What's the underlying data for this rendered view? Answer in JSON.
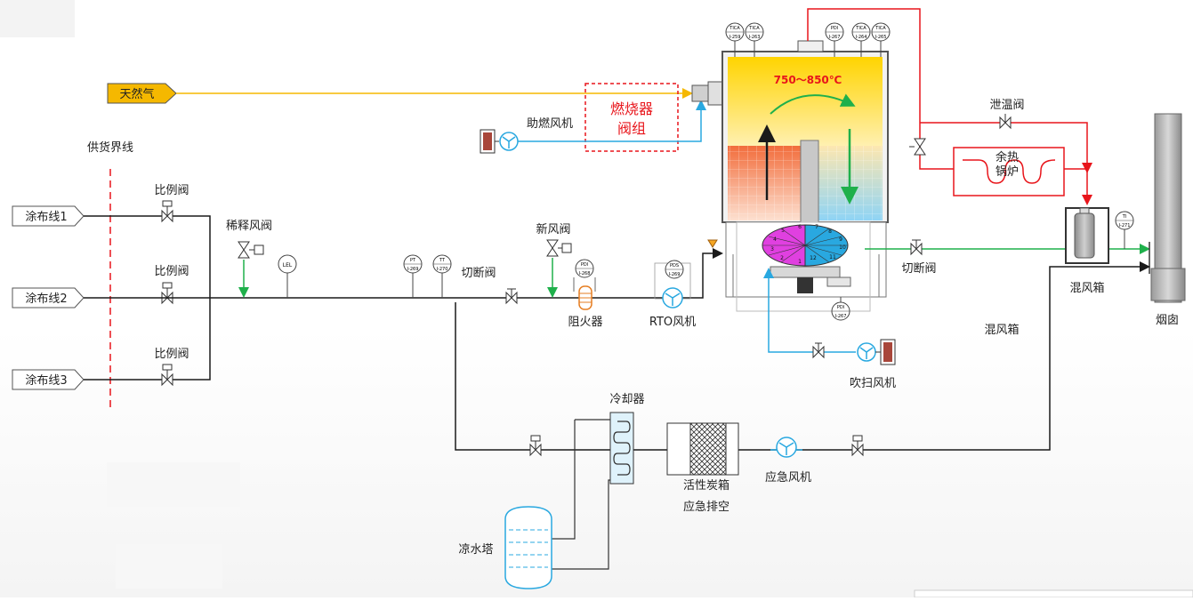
{
  "supply_boundary": "供货界线",
  "gas": "天然气",
  "burner_group": [
    "燃烧器",
    "阀组"
  ],
  "combustion_fan": "助燃风机",
  "temp_range": "750～850℃",
  "coating_lines": [
    "涂布线1",
    "涂布线2",
    "涂布线3"
  ],
  "prop_valve": "比例阀",
  "dilution_valve": "稀释风阀",
  "fresh_valve": "新风阀",
  "cutoff_valve": "切断阀",
  "flame_arrestor": "阻火器",
  "rto_fan": "RTO风机",
  "purge_fan": "吹扫风机",
  "bleed_valve": "泄温阀",
  "waste_boiler": [
    "余热",
    "锅炉"
  ],
  "mix_box": "混风箱",
  "chimney": "烟囱",
  "cooler": "冷却器",
  "carbon_box": "活性炭箱",
  "emergency_vent": "应急排空",
  "emergency_fan": "应急风机",
  "cooling_tower": "凉水塔",
  "instruments": {
    "lel": "LEL",
    "pt": [
      "PT",
      "I-269"
    ],
    "tt": [
      "TT",
      "I-270"
    ],
    "pdi1": [
      "PDI",
      "I-268"
    ],
    "pds": [
      "PDS",
      "I-269"
    ],
    "ticaA": [
      "TICA",
      "I-259"
    ],
    "ticaB": [
      "TICA",
      "I-263"
    ],
    "pdiTop": [
      "PDI",
      "I-267"
    ],
    "ticaC": [
      "TICA",
      "I-264"
    ],
    "ticaD": [
      "TICA",
      "I-265"
    ],
    "pdiBot": [
      "PDI",
      "I-267"
    ],
    "ti": [
      "TI",
      "I-271"
    ]
  },
  "rotor_numbers": [
    "1",
    "2",
    "3",
    "4",
    "5",
    "6",
    "7",
    "8",
    "9",
    "10",
    "11",
    "12"
  ],
  "colors": {
    "gas_line": "#f5b800",
    "air_line": "#29a8e0",
    "hot_line": "#e8151b",
    "green_line": "#1fb04b",
    "main_line": "#1a1a1a",
    "label_red": "#e8151b"
  }
}
